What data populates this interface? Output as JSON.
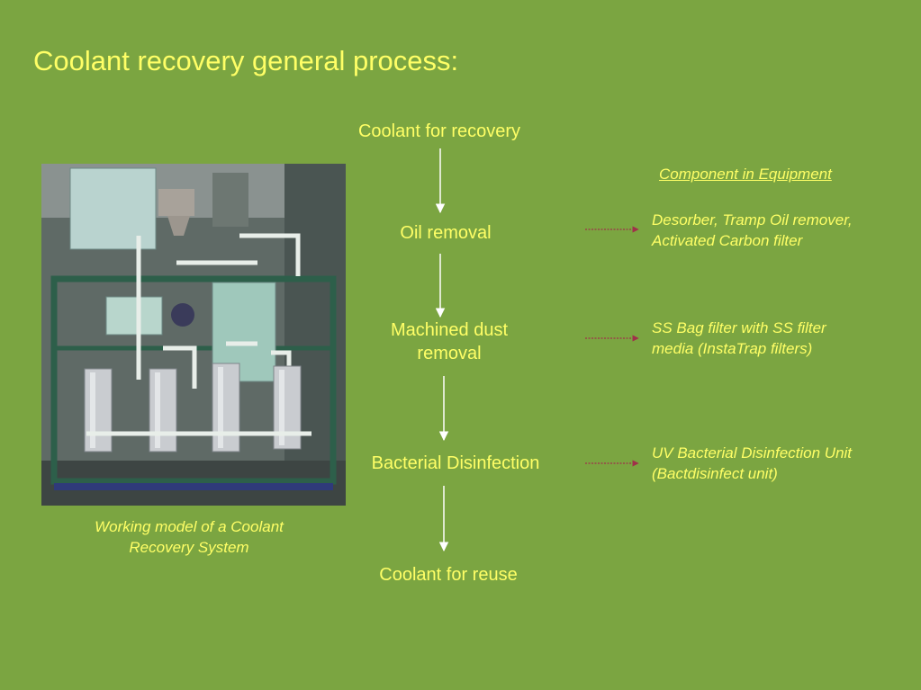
{
  "slide": {
    "title": "Coolant recovery general process:",
    "steps": [
      "Coolant  for recovery",
      "Oil removal",
      "Machined dust removal",
      "Bacterial Disinfection",
      "Coolant  for reuse"
    ],
    "component_heading": "Component in Equipment",
    "components": [
      {
        "line1": "Desorber, Tramp Oil remover,",
        "line2": "Activated Carbon filter"
      },
      {
        "line1": "SS Bag filter with SS filter",
        "line2": "media (InstaTrap filters)"
      },
      {
        "line1": "UV Bacterial Disinfection Unit",
        "line2": "(Bactdisinfect unit)"
      }
    ],
    "photo_caption_line1": "Working model of a Coolant",
    "photo_caption_line2": "Recovery System"
  },
  "colors": {
    "background": "#7ba541",
    "text": "#ffff66",
    "arrow": "#ffffff",
    "connector": "#a0304a"
  }
}
